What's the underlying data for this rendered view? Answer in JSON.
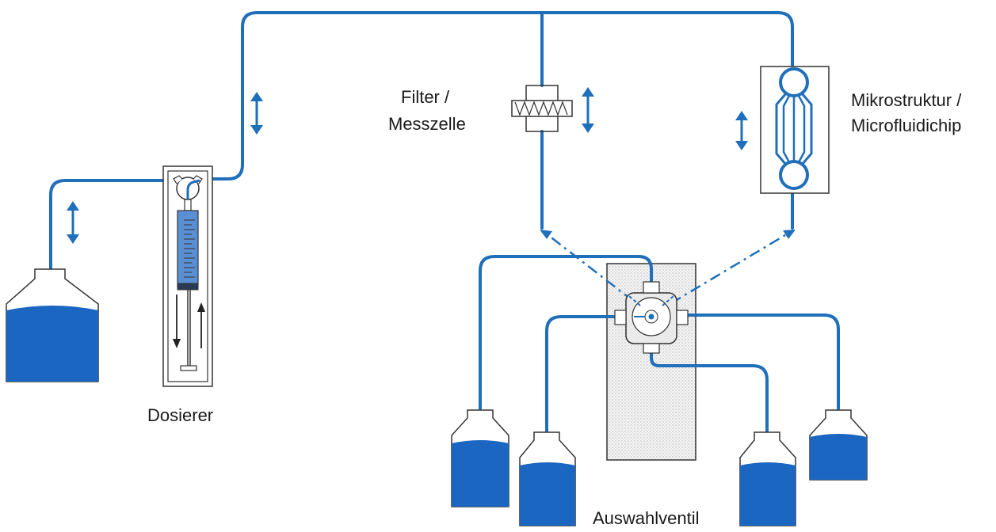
{
  "labels": {
    "filter_line1": "Filter /",
    "filter_line2": "Messzelle",
    "micro_line1": "Mikrostruktur /",
    "micro_line2": "Microfluidichip",
    "dosierer": "Dosierer",
    "ventil": "Auswahlventil"
  },
  "colors": {
    "tube": "#1f6fba",
    "liquid": "#1a66c0",
    "outline": "#333333",
    "valve_fill": "#eaeaea"
  }
}
